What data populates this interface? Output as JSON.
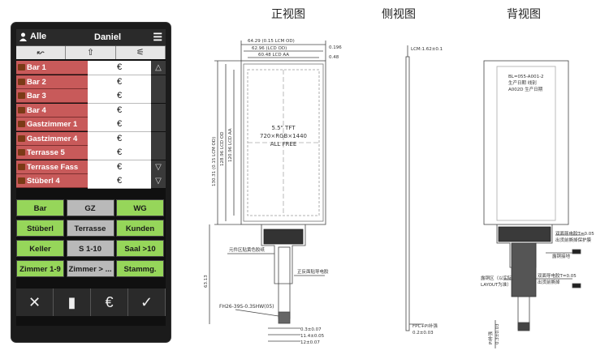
{
  "device": {
    "header": {
      "user_label": "Alle",
      "waiter_name": "Daniel",
      "menu_glyph": "☰"
    },
    "icon_row": [
      "↜",
      "⇧",
      "⚟"
    ],
    "tables": [
      {
        "name": "Bar 1",
        "value": "€",
        "scroll": "△"
      },
      {
        "name": "Bar 2",
        "value": "€",
        "scroll": ""
      },
      {
        "name": "Bar 3",
        "value": "€",
        "scroll": ""
      },
      {
        "name": "Bar 4",
        "value": "€",
        "scroll": ""
      },
      {
        "name": "Gastzimmer 1",
        "value": "€",
        "scroll": ""
      },
      {
        "name": "Gastzimmer 4",
        "value": "€",
        "scroll": ""
      },
      {
        "name": "Terrasse 5",
        "value": "€",
        "scroll": ""
      },
      {
        "name": "Terrasse Fass",
        "value": "€",
        "scroll": "▽"
      },
      {
        "name": "Stüberl 4",
        "value": "€",
        "scroll": "▽"
      }
    ],
    "areas": [
      {
        "label": "Bar",
        "color": "green"
      },
      {
        "label": "GZ",
        "color": "gray"
      },
      {
        "label": "WG",
        "color": "green"
      },
      {
        "label": "Stüberl",
        "color": "green"
      },
      {
        "label": "Terrasse",
        "color": "gray"
      },
      {
        "label": "Kunden",
        "color": "green"
      },
      {
        "label": "Keller",
        "color": "green"
      },
      {
        "label": "S 1-10",
        "color": "gray"
      },
      {
        "label": "Saal >10",
        "color": "green"
      },
      {
        "label": "Zimmer 1-9",
        "color": "green"
      },
      {
        "label": "Zimmer > ...",
        "color": "gray"
      },
      {
        "label": "Stammg.",
        "color": "green"
      }
    ],
    "bottom_buttons": [
      "✕",
      "▮",
      "€",
      "✓"
    ]
  },
  "drawing": {
    "front_title": "正视图",
    "side_title": "侧视图",
    "back_title": "背视图",
    "front": {
      "dim_top1": "64.29 (0.15 LCM OD)",
      "dim_top2": "62.96 (LCD OD)",
      "dim_top3": "60.48 LCD AA",
      "dim_right1": "0.196",
      "dim_right2": "0.48",
      "dim_left_outer": "130.31 (0.15 LCM OD)",
      "dim_left_mid": "128.96 LCD OD",
      "dim_left_inner": "120.96 LCD AA",
      "center1": "5.5\" TFT",
      "center2": "720×RGB×1440",
      "center3": "ALL FREE",
      "fpc_label1": "元件区贴黄色胶纸",
      "fpc_label2": "正反面贴导电胶",
      "fpc_bottom": "FH26-39S-0.3SHW(05)",
      "pitch1": "0.3±0.07",
      "pitch2": "11.4±0.05",
      "pitch3": "12±0.07",
      "dim_fpc_length": "63.13"
    },
    "side": {
      "thickness": "LCM:1.62±0.1",
      "stiffener": "FPC+PI补强",
      "stiffener_dim": "0.2±0.03"
    },
    "back": {
      "label1": "BL=055-A001-2",
      "label2": "生产日期 线别",
      "label3": "A002D 生产日期",
      "note1": "双面导电胶T=0.05",
      "note2": "出货前撕掉保护膜",
      "note3": "露铜接地",
      "note4": "露铜区（以实际",
      "note5": "LAYOUT为准）",
      "note6": "双面导电胶T=0.05",
      "note7": "出货前撕掉",
      "pi_label": "PI补强",
      "pi_dim": "0.3±0.03"
    }
  }
}
